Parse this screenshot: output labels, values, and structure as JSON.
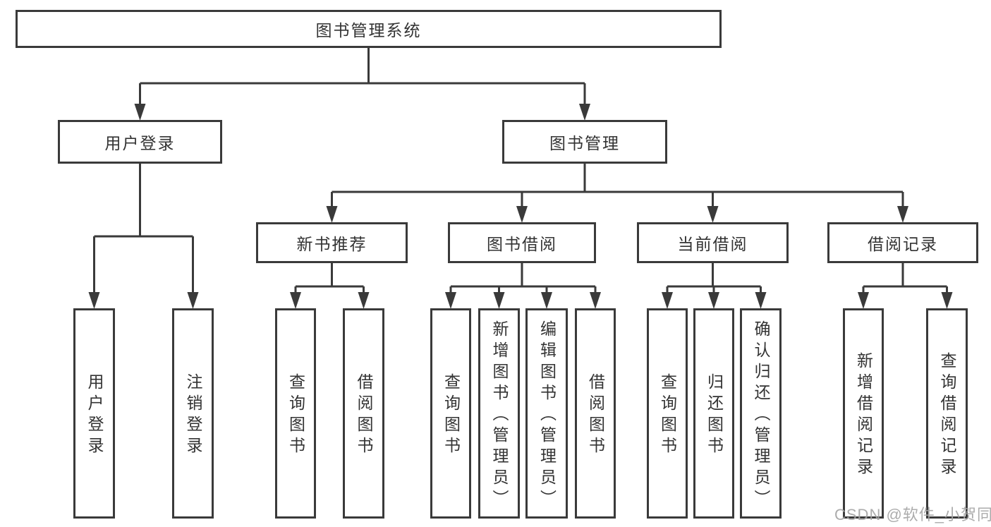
{
  "diagram": {
    "root": {
      "label": "图书管理系统"
    },
    "level2": {
      "user_login": {
        "label": "用户登录"
      },
      "book_management": {
        "label": "图书管理"
      }
    },
    "level3": {
      "new_book_recommend": {
        "label": "新书推荐"
      },
      "book_borrowing": {
        "label": "图书借阅"
      },
      "current_borrowing": {
        "label": "当前借阅"
      },
      "borrow_records": {
        "label": "借阅记录"
      }
    },
    "leaves": {
      "user_login": [
        "用户登录",
        "注销登录"
      ],
      "new_book_recommend": [
        "查询图书",
        "借阅图书"
      ],
      "book_borrowing": [
        "查询图书",
        "新增图书（管理员）",
        "编辑图书（管理员）",
        "借阅图书"
      ],
      "current_borrowing": [
        "查询图书",
        "归还图书",
        "确认归还（管理员）"
      ],
      "borrow_records": [
        "新增借阅记录",
        "查询借阅记录"
      ]
    },
    "colors": {
      "line": "#3a3a3a",
      "text": "#333333",
      "background": "#ffffff",
      "watermark": "#a5a5a5"
    },
    "watermark": "CSDN @软件_小贺同学"
  }
}
